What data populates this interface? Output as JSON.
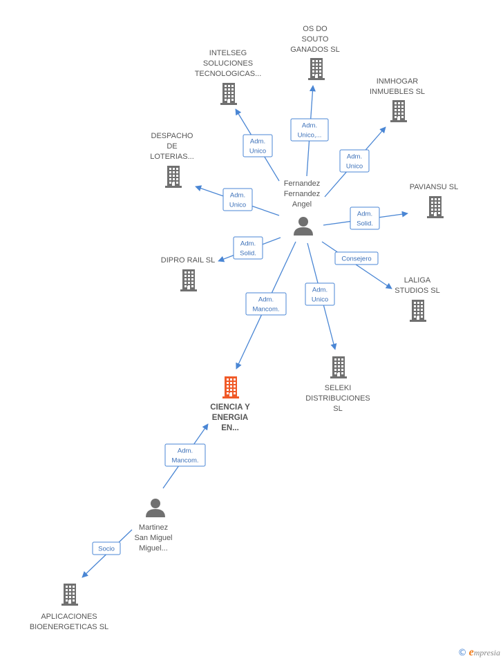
{
  "colors": {
    "company": "#707070",
    "company_focus": "#f05a28",
    "person": "#707070",
    "edge": "#4a86d4"
  },
  "nodes": [
    {
      "id": "os_do_souto",
      "kind": "company",
      "label": [
        "OS DO",
        "SOUTO",
        "GANADOS  SL"
      ]
    },
    {
      "id": "intelseg",
      "kind": "company",
      "label": [
        "INTELSEG",
        "SOLUCIONES",
        "TECNOLOGICAS..."
      ]
    },
    {
      "id": "inmhogar",
      "kind": "company",
      "label": [
        "INMHOGAR",
        "INMUEBLES SL"
      ]
    },
    {
      "id": "despacho",
      "kind": "company",
      "label": [
        "DESPACHO",
        "DE",
        "LOTERIAS..."
      ]
    },
    {
      "id": "paviansu",
      "kind": "company",
      "label": [
        "PAVIANSU  SL"
      ]
    },
    {
      "id": "fernandez",
      "kind": "person",
      "label": [
        "Fernandez",
        "Fernandez",
        "Angel"
      ]
    },
    {
      "id": "dipro",
      "kind": "company",
      "label": [
        "DIPRO RAIL  SL"
      ]
    },
    {
      "id": "laliga",
      "kind": "company",
      "label": [
        "LALIGA",
        "STUDIOS  SL"
      ]
    },
    {
      "id": "seleki",
      "kind": "company",
      "label": [
        "SELEKI",
        "DISTRIBUCIONES",
        "SL"
      ]
    },
    {
      "id": "ciencia",
      "kind": "company",
      "focus": true,
      "label": [
        "CIENCIA Y",
        "ENERGIA",
        "EN..."
      ]
    },
    {
      "id": "martinez",
      "kind": "person",
      "label": [
        "Martinez",
        "San Miguel",
        "Miguel..."
      ]
    },
    {
      "id": "aplicaciones",
      "kind": "company",
      "label": [
        "APLICACIONES",
        "BIOENERGETICAS SL"
      ]
    }
  ],
  "edges": [
    {
      "id": "e-intelseg",
      "from": "fernandez",
      "to": "intelseg",
      "label": [
        "Adm.",
        "Unico"
      ]
    },
    {
      "id": "e-osdosouto",
      "from": "fernandez",
      "to": "os_do_souto",
      "label": [
        "Adm.",
        "Unico,..."
      ]
    },
    {
      "id": "e-inmhogar",
      "from": "fernandez",
      "to": "inmhogar",
      "label": [
        "Adm.",
        "Unico"
      ]
    },
    {
      "id": "e-despacho",
      "from": "fernandez",
      "to": "despacho",
      "label": [
        "Adm.",
        "Unico"
      ]
    },
    {
      "id": "e-paviansu",
      "from": "fernandez",
      "to": "paviansu",
      "label": [
        "Adm.",
        "Solid."
      ]
    },
    {
      "id": "e-dipro",
      "from": "fernandez",
      "to": "dipro",
      "label": [
        "Adm.",
        "Solid."
      ]
    },
    {
      "id": "e-laliga",
      "from": "fernandez",
      "to": "laliga",
      "label": [
        "Consejero"
      ]
    },
    {
      "id": "e-seleki",
      "from": "fernandez",
      "to": "seleki",
      "label": [
        "Adm.",
        "Unico"
      ]
    },
    {
      "id": "e-ciencia-f",
      "from": "fernandez",
      "to": "ciencia",
      "label": [
        "Adm.",
        "Mancom."
      ]
    },
    {
      "id": "e-ciencia-m",
      "from": "martinez",
      "to": "ciencia",
      "label": [
        "Adm.",
        "Mancom."
      ]
    },
    {
      "id": "e-aplicaciones",
      "from": "martinez",
      "to": "aplicaciones",
      "label": [
        "Socio"
      ]
    }
  ],
  "watermark": {
    "copyright": "©",
    "brand_initial": "e",
    "brand_rest": "mpresia"
  }
}
